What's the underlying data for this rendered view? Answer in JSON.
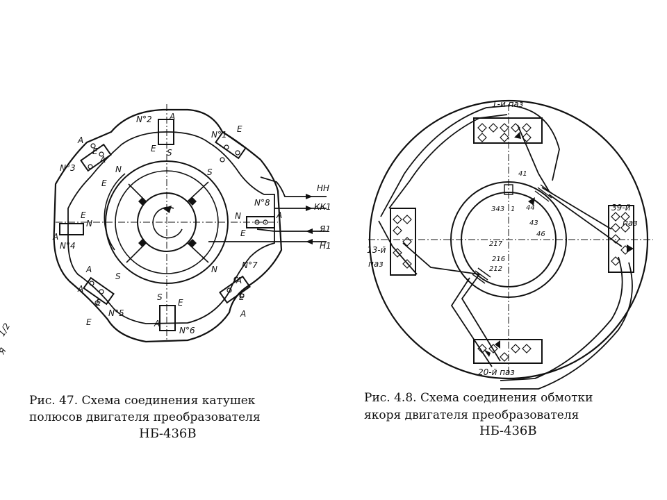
{
  "left_figure": {
    "pole_labels": {
      "n2": "N°2",
      "n1": "N°1",
      "n3": "N°3",
      "n4": "N°4",
      "n5": "N°5",
      "n6": "N°6",
      "n7": "N°7",
      "n8": "N°8"
    },
    "terminals": {
      "a": "A",
      "e": "E",
      "s": "S",
      "n": "N"
    },
    "leads": [
      "НН",
      "КК1",
      "Я1",
      "Н1"
    ],
    "caption": {
      "line1": "Рис. 47. Схема соединения катушек",
      "line2": "полюсов двигателя преобразователя",
      "line3": "НБ-436В"
    }
  },
  "right_figure": {
    "slot_labels": {
      "slot1": "1-й паз",
      "slot39": "39-й",
      "slot39b": "паз",
      "slot13": "13-й",
      "slot13b": "паз",
      "slot20": "20-й паз"
    },
    "commutator_numbers": [
      "41",
      "343",
      "1",
      "44",
      "43",
      "46",
      "217",
      "216",
      "212"
    ],
    "caption": {
      "line1": "Рис. 4.8. Схема соединения обмотки",
      "line2": "якоря двигателя преобразователя",
      "line3": "НБ-436В"
    }
  },
  "margin_marks": [
    "1/2",
    "Я"
  ]
}
